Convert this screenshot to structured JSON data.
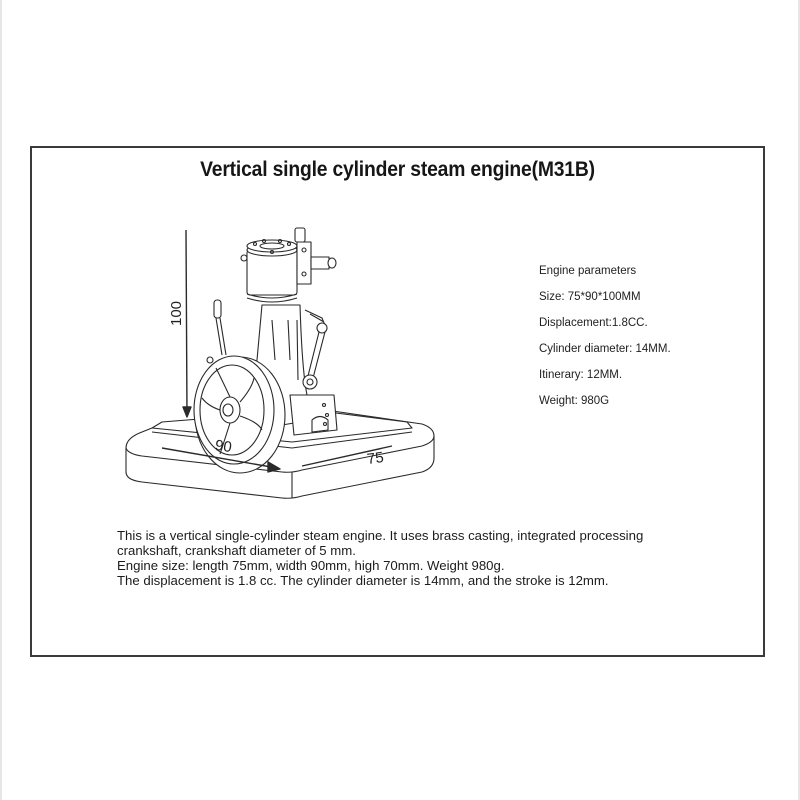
{
  "title": "Vertical single cylinder steam engine(M31B)",
  "parameters": {
    "heading": "Engine parameters",
    "items": [
      "Size: 75*90*100MM",
      "Displacement:1.8CC.",
      "Cylinder diameter: 14MM.",
      "Itinerary: 12MM.",
      "Weight: 980G"
    ]
  },
  "drawing": {
    "dimensions": {
      "height": "100",
      "width": "90",
      "depth": "75"
    }
  },
  "description": [
    "This is a vertical single-cylinder steam engine. It uses brass casting, integrated processing",
    "crankshaft, crankshaft diameter of 5 mm.",
    "Engine size: length 75mm, width 90mm, high 70mm. Weight 980g.",
    "The displacement is 1.8 cc. The cylinder diameter is 14mm, and the stroke is 12mm."
  ],
  "colors": {
    "frame": "#3a3a3a",
    "text": "#1a1a1a",
    "line_art": "#2a2a2a"
  }
}
